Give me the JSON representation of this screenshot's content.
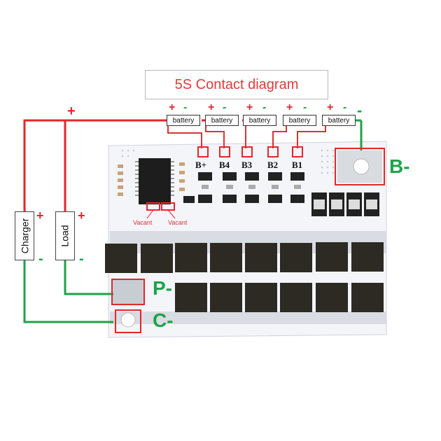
{
  "title": "5S Contact diagram",
  "cells": [
    "battery",
    "battery",
    "battery",
    "battery",
    "battery"
  ],
  "cell_signs": {
    "plus": "+",
    "minus": "-"
  },
  "tap_labels": [
    "B+",
    "B4",
    "B3",
    "B2",
    "B1"
  ],
  "terminal_labels": {
    "b_minus": "B-",
    "p_minus": "P-",
    "c_minus": "C-"
  },
  "side_boxes": {
    "charger": "Charger",
    "load": "Load"
  },
  "signs": {
    "plus": "+",
    "minus": "-"
  },
  "vacant_labels": [
    "Vacant",
    "Vacant"
  ],
  "colors": {
    "positive_wire": "#e5262b",
    "negative_wire": "#1ea24a",
    "title_text": "#e43a3a",
    "mosfet": "#2d2a24"
  }
}
